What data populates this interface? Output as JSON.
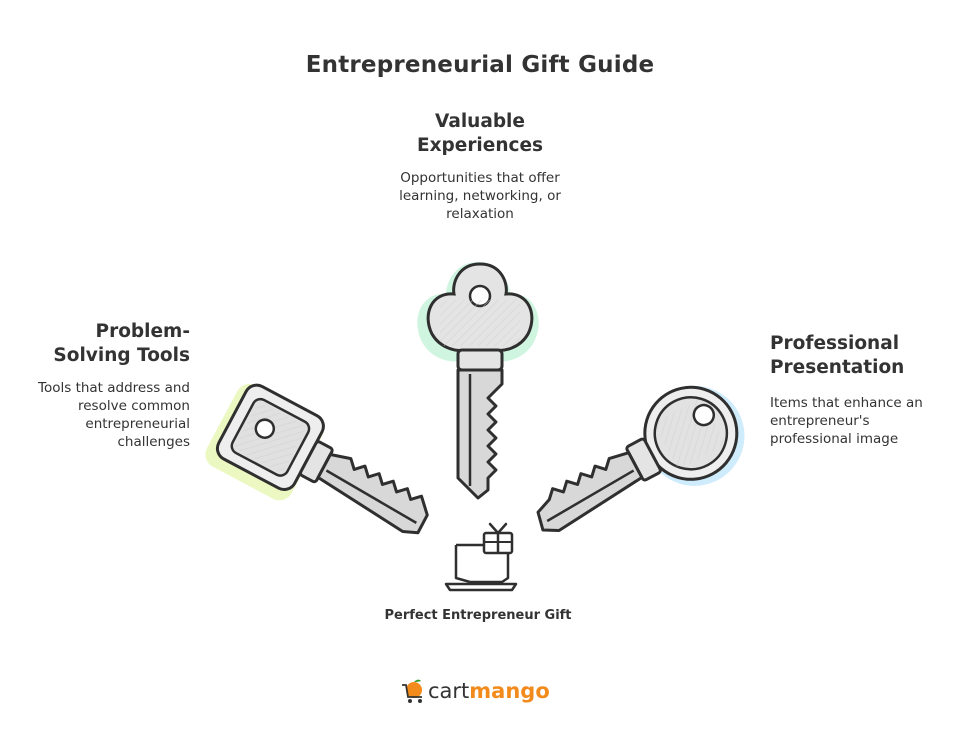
{
  "title": "Entrepreneurial Gift Guide",
  "items": [
    {
      "heading": "Valuable Experiences",
      "description": "Opportunities that offer learning, networking, or relaxation",
      "accent": "#a8edc8"
    },
    {
      "heading": "Problem-Solving Tools",
      "description": "Tools that address and resolve common entrepreneurial challenges",
      "accent": "#e2f5a6"
    },
    {
      "heading": "Professional Presentation",
      "description": "Items that enhance an entrepreneur's professional image",
      "accent": "#bfe6fb"
    }
  ],
  "center": {
    "label": "Perfect Entrepreneur Gift",
    "icon": "laptop-gift-icon"
  },
  "brand": {
    "part1": "cart",
    "part2": "mango",
    "icon": "mango-cart-icon",
    "accent": "#f28a1c"
  }
}
